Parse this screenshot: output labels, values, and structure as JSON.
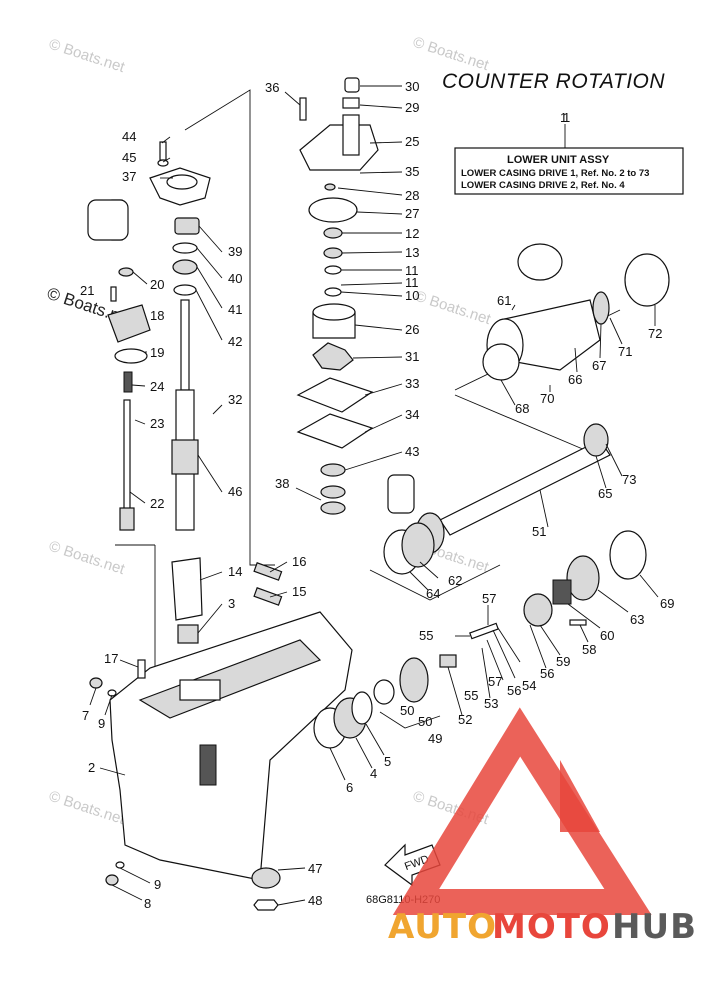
{
  "diagram": {
    "title": "COUNTER ROTATION",
    "drawing_code": "68G8110-H270",
    "fwd_label": "FWD",
    "lower_unit_box": {
      "ref": "1",
      "heading": "LOWER UNIT ASSY",
      "line1": "LOWER CASING DRIVE 1, Ref. No. 2 to 73",
      "line2": "LOWER CASING DRIVE 2, Ref. No. 4"
    },
    "watermark": "© Boats.net",
    "watermark_prominent": "© Boats.net",
    "brand": {
      "part1": "AUTO",
      "part2": "MOTO",
      "part3": "HUB"
    },
    "callouts": [
      "1",
      "2",
      "3",
      "4",
      "5",
      "6",
      "7",
      "8",
      "9",
      "9",
      "10",
      "11",
      "11",
      "12",
      "13",
      "14",
      "15",
      "16",
      "17",
      "18",
      "19",
      "20",
      "21",
      "22",
      "23",
      "24",
      "25",
      "26",
      "27",
      "28",
      "29",
      "30",
      "31",
      "32",
      "33",
      "34",
      "35",
      "36",
      "37",
      "38",
      "39",
      "40",
      "41",
      "42",
      "43",
      "44",
      "45",
      "46",
      "47",
      "48",
      "49",
      "50",
      "50",
      "51",
      "52",
      "53",
      "54",
      "55",
      "55",
      "56",
      "56",
      "57",
      "57",
      "58",
      "59",
      "60",
      "61",
      "62",
      "63",
      "64",
      "65",
      "66",
      "67",
      "68",
      "69",
      "70",
      "71",
      "72",
      "73"
    ],
    "colors": {
      "line": "#111111",
      "watermark": "#c9c9c9",
      "logo_red": "#e8463c",
      "logo_orange": "#f0a530",
      "logo_grey": "#5a5a5a"
    }
  }
}
